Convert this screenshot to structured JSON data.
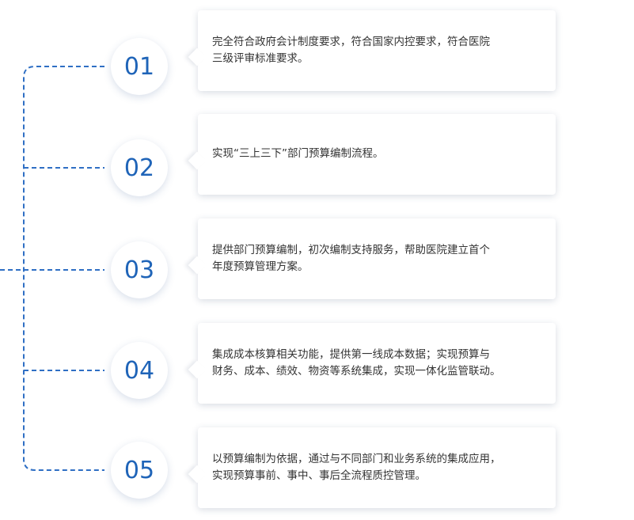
{
  "colors": {
    "accent": "#1f64b8",
    "line": "#2f6fc4",
    "text": "#333333"
  },
  "steps": [
    {
      "num": "01",
      "text": "完全符合政府会计制度要求，符合国家内控要求，符合医院\n三级评审标准要求。"
    },
    {
      "num": "02",
      "text": "实现“三上三下”部门预算编制流程。"
    },
    {
      "num": "03",
      "text": "提供部门预算编制，初次编制支持服务，帮助医院建立首个\n年度预算管理方案。"
    },
    {
      "num": "04",
      "text": "集成成本核算相关功能，提供第一线成本数据；实现预算与\n财务、成本、绩效、物资等系统集成，实现一体化监管联动。"
    },
    {
      "num": "05",
      "text": "以预算编制为依据，通过与不同部门和业务系统的集成应用，\n实现预算事前、事中、事后全流程质控管理。"
    }
  ]
}
